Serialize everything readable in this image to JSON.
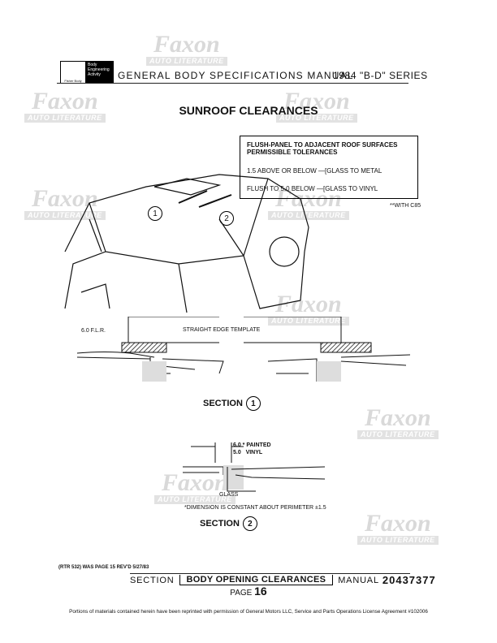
{
  "watermark": {
    "brand": "Faxon",
    "tagline": "AUTO LITERATURE"
  },
  "header": {
    "logo_left": "Fisher Body",
    "logo_right": "Body Engineering Activity",
    "title": "GENERAL BODY SPECIFICATIONS MANUAL",
    "series": "1984 \"B-D\" SERIES"
  },
  "page_title": "SUNROOF CLEARANCES",
  "tolerances": {
    "heading_1": "FLUSH-PANEL TO ADJACENT ROOF SURFACES",
    "heading_2": "PERMISSIBLE TOLERANCES",
    "rows": [
      {
        "value": "1.5 ABOVE OR BELOW",
        "type": "GLASS TO METAL"
      },
      {
        "value": "FLUSH TO 5.0 BELOW",
        "type": "GLASS TO VINYL"
      }
    ],
    "note": "**WITH C85"
  },
  "car_callouts": [
    "1",
    "2"
  ],
  "section1": {
    "flr_label": "6.0 F.L.R.",
    "template_label": "STRAIGHT EDGE TEMPLATE",
    "label": "SECTION",
    "number": "1"
  },
  "section2": {
    "dim_1": "6.0 * PAINTED",
    "dim_2": "5.0   VINYL",
    "glass_label": "GLASS",
    "note": "*DIMENSION IS CONSTANT ABOUT PERIMETER ±1.5",
    "label": "SECTION",
    "number": "2"
  },
  "footer": {
    "revision": "(RTR 532) WAS PAGE 15 REV'D 5/27/83",
    "section_label": "SECTION",
    "section_name": "BODY OPENING CLEARANCES",
    "manual_label": "MANUAL",
    "manual_number": "20437377",
    "page_label": "PAGE",
    "page_number": "16",
    "credit": "Portions of materials contained herein have been reprinted with permission of General Motors LLC, Service and Parts Operations License Agreement #102006"
  }
}
